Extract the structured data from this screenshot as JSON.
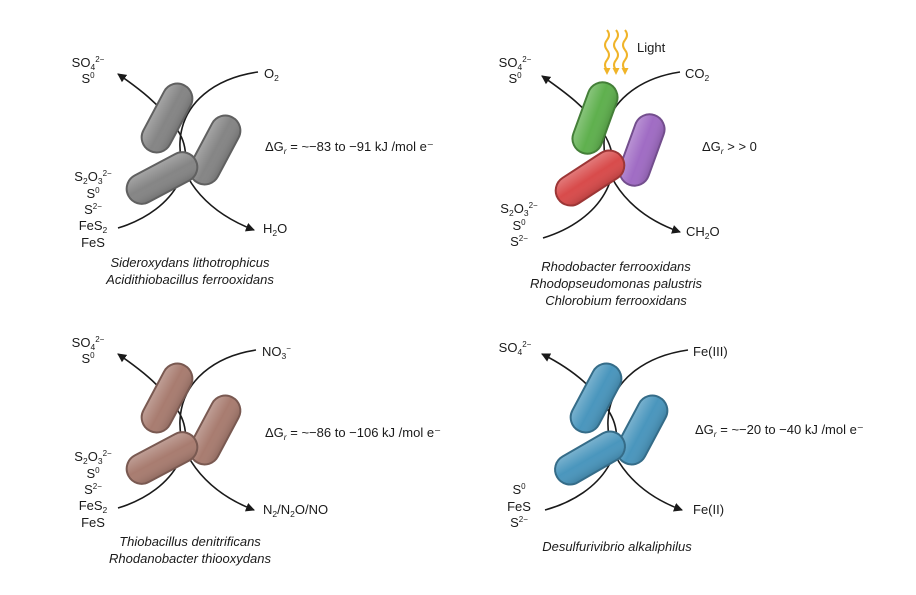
{
  "panels": [
    {
      "id": "p1",
      "top_products": [
        "SO4^{2−}",
        "S^0"
      ],
      "left_substrates": [
        "S2O3^{2−}",
        "S^0",
        "S^{2−}",
        "FeS2",
        "FeS"
      ],
      "acceptor": "O2",
      "reduced": "H2O",
      "delta_g_value": "= ~−83 to −91 kJ /mol e⁻",
      "organisms": [
        "Sideroxydans lithotrophicus",
        "Acidithiobacillus ferrooxidans"
      ],
      "cell_colors": [
        "#858585",
        "#858585",
        "#858585"
      ]
    },
    {
      "id": "p2",
      "light_label": "Light",
      "top_products": [
        "SO4^{2−}",
        "S^0"
      ],
      "left_substrates": [
        "S2O3^{2−}",
        "S^0",
        "S^{2−}"
      ],
      "acceptor": "CO2",
      "reduced": "CH2O",
      "delta_g_value": "> > 0",
      "organisms": [
        "Rhodobacter ferrooxidans",
        "Rhodopseudomonas palustris",
        "Chlorobium ferrooxidans"
      ],
      "cell_colors": [
        "#5fb04e",
        "#a06cc4",
        "#d84b4b"
      ]
    },
    {
      "id": "p3",
      "top_products": [
        "SO4^{2−}",
        "S^0"
      ],
      "left_substrates": [
        "S2O3^{2−}",
        "S^0",
        "S^{2−}",
        "FeS2",
        "FeS"
      ],
      "acceptor": "NO3^{−}",
      "reduced": "N2/N2O/NO",
      "delta_g_value": "= ~−86 to −106 kJ /mol e⁻",
      "organisms": [
        "Thiobacillus denitrificans",
        "Rhodanobacter thiooxydans"
      ],
      "cell_colors": [
        "#a87c70",
        "#a87c70",
        "#a87c70"
      ]
    },
    {
      "id": "p4",
      "top_products": [
        "SO4^{2−}"
      ],
      "left_substrates": [
        "S^0",
        "FeS",
        "S^{2−}"
      ],
      "acceptor": "Fe(III)",
      "reduced": "Fe(II)",
      "delta_g_value": "= ~−20 to −40 kJ /mol e⁻",
      "organisms": [
        "Desulfurivibrio alkaliphilus"
      ],
      "cell_colors": [
        "#4a96bd",
        "#4a96bd",
        "#4a96bd"
      ]
    }
  ],
  "delta_g_symbol": "ΔG",
  "delta_g_subscript": "r"
}
